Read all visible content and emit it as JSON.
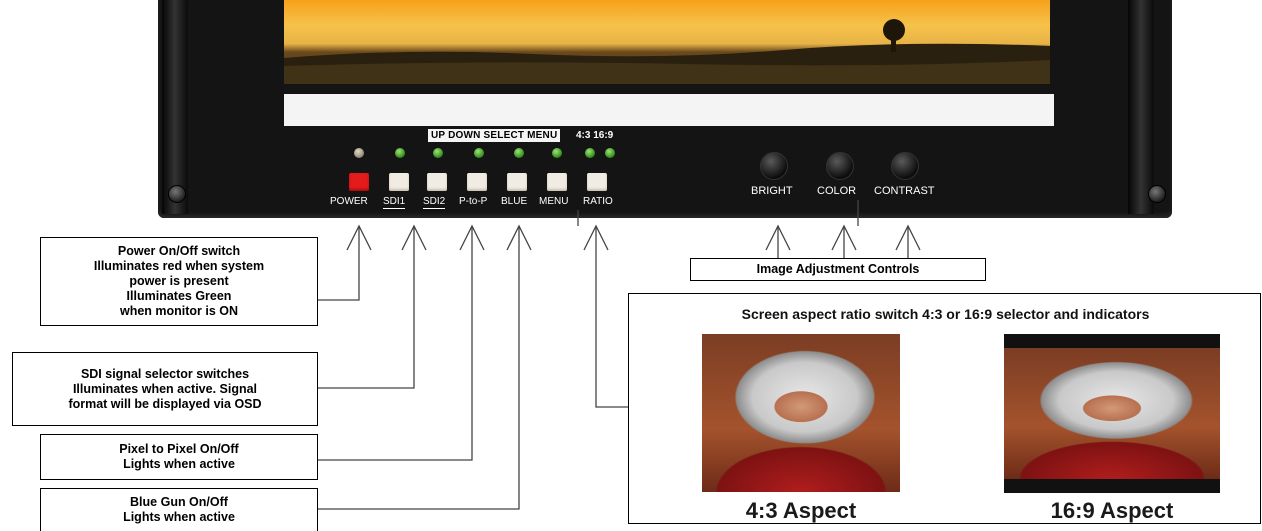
{
  "panel": {
    "top_keys_label": "UP  DOWN  SELECT  MENU",
    "ratio_keys_label": "4:3  16:9",
    "buttons": [
      {
        "label": "POWER",
        "underline": false
      },
      {
        "label": "SDI1",
        "underline": true
      },
      {
        "label": "SDI2",
        "underline": true
      },
      {
        "label": "P-to-P",
        "underline": false
      },
      {
        "label": "BLUE",
        "underline": false
      },
      {
        "label": "MENU",
        "underline": false
      },
      {
        "label": "RATIO",
        "underline": false
      }
    ],
    "knobs": [
      "BRIGHT",
      "COLOR",
      "CONTRAST"
    ]
  },
  "callouts": {
    "power": [
      "Power On/Off switch",
      "Illuminates red when system",
      "power is present",
      "Illuminates Green",
      "when monitor is ON"
    ],
    "sdi": [
      "SDI signal selector switches",
      "Illuminates when active. Signal",
      "format will be displayed via OSD"
    ],
    "pixel": [
      "Pixel to Pixel  On/Off",
      "Lights when active"
    ],
    "blue": [
      "Blue Gun On/Off",
      "Lights when active"
    ],
    "image_adjust": "Image Adjustment Controls"
  },
  "aspect": {
    "title": "Screen aspect ratio switch 4:3 or 16:9 selector and indicators",
    "label_43": "4:3 Aspect",
    "label_169": "16:9 Aspect"
  },
  "colors": {
    "power_led": "#e31b1b",
    "indicator_green": "#3a9a1c"
  }
}
